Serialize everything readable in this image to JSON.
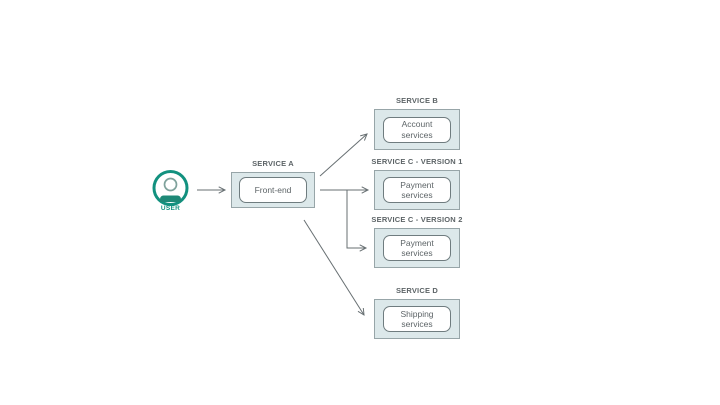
{
  "diagram": {
    "user": {
      "label": "USER"
    },
    "nodes": [
      {
        "id": "service-a",
        "title": "SERVICE A",
        "service": "Front-end"
      },
      {
        "id": "service-b",
        "title": "SERVICE B",
        "service": "Account\nservices"
      },
      {
        "id": "service-c1",
        "title": "SERVICE C - VERSION 1",
        "service": "Payment\nservices"
      },
      {
        "id": "service-c2",
        "title": "SERVICE C - VERSION 2",
        "service": "Payment\nservices"
      },
      {
        "id": "service-d",
        "title": "SERVICE D",
        "service": "Shipping\nservices"
      }
    ],
    "edges": [
      {
        "from": "user",
        "to": "service-a"
      },
      {
        "from": "service-a",
        "to": "service-b"
      },
      {
        "from": "service-a",
        "to": "service-c1"
      },
      {
        "from": "service-a",
        "to": "service-c2"
      },
      {
        "from": "service-a",
        "to": "service-d"
      }
    ],
    "colors": {
      "node_fill": "#dce8ea",
      "node_border": "#97a5a8",
      "inner_fill": "#ffffff",
      "inner_border": "#6f7c7f",
      "label_text": "#5d6467",
      "arrow": "#676f72",
      "user_teal": "#12917f",
      "user_body": "#1e8977"
    }
  }
}
